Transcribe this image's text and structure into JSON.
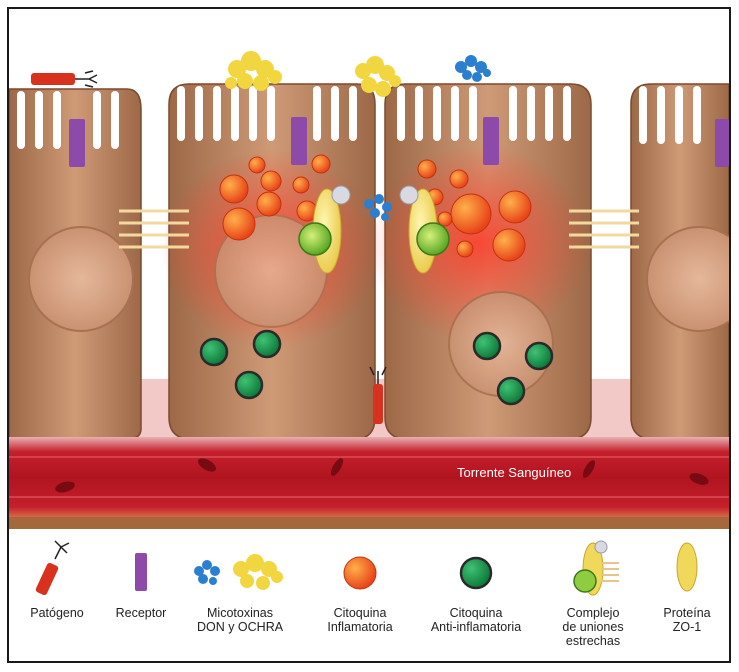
{
  "diagram": {
    "blood_label": "Torrente Sanguíneo"
  },
  "legend": {
    "items": [
      {
        "key": "pathogen",
        "lines": [
          "Patógeno"
        ]
      },
      {
        "key": "receptor",
        "lines": [
          "Receptor"
        ]
      },
      {
        "key": "mycotoxins",
        "lines": [
          "Micotoxinas",
          "DON y OCHRA"
        ]
      },
      {
        "key": "inflammatory",
        "lines": [
          "Citoquina",
          "Inflamatoria"
        ]
      },
      {
        "key": "anti_inflammatory",
        "lines": [
          "Citoquina",
          "Anti-inflamatoria"
        ]
      },
      {
        "key": "tight_junction",
        "lines": [
          "Complejo",
          "de uniones",
          "estrechas"
        ]
      },
      {
        "key": "zo1",
        "lines": [
          "Proteína",
          "ZO-1"
        ]
      }
    ]
  },
  "colors": {
    "cell": "#c98e6a",
    "cell_dark": "#8a5a3c",
    "receptor": "#8e4aa8",
    "inflammatory": "#e8561c",
    "anti_inflammatory": "#1f9a4a",
    "pathogen": "#d8321e",
    "zo1": "#f0d85a",
    "mycotoxin_blue": "#2b7fd0",
    "mycotoxin_yellow": "#f2d640",
    "blood": "#c8222e"
  }
}
